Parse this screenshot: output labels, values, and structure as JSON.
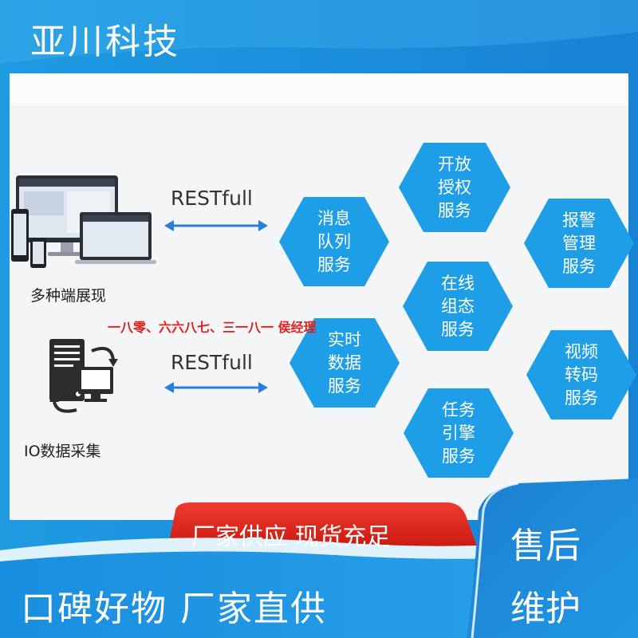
{
  "brand": "亚川科技",
  "arrows": {
    "rest_top": "RESTfull",
    "rest_bottom": "RESTfull"
  },
  "captions": {
    "clients": "多种端展现",
    "io": "IO数据采集"
  },
  "services": [
    {
      "key": "open-auth",
      "lines": [
        "开放",
        "授权",
        "服务"
      ]
    },
    {
      "key": "message-queue",
      "lines": [
        "消息",
        "队列",
        "服务"
      ]
    },
    {
      "key": "alarm-management",
      "lines": [
        "报警",
        "管理",
        "服务"
      ]
    },
    {
      "key": "online-config",
      "lines": [
        "在线",
        "组态",
        "服务"
      ]
    },
    {
      "key": "realtime-data",
      "lines": [
        "实时",
        "数据",
        "服务"
      ]
    },
    {
      "key": "video-transcode",
      "lines": [
        "视频",
        "转码",
        "服务"
      ]
    },
    {
      "key": "task-engine",
      "lines": [
        "任务",
        "引擎",
        "服务"
      ]
    }
  ],
  "overlay": "一八零、六六八七、三一八一 侯经理",
  "ribbon": "厂家供应 现货充足",
  "footer": "口碑好物 厂家直供",
  "after_sales": {
    "line1": "售后",
    "line2": "维护"
  },
  "colors": {
    "brand_blue": "#1a8ede",
    "hex_blue": "#1d9ee6",
    "ribbon_red": "#e0231b",
    "overlay_red": "#e21e1e",
    "content_bg": "#f4f5f7"
  }
}
